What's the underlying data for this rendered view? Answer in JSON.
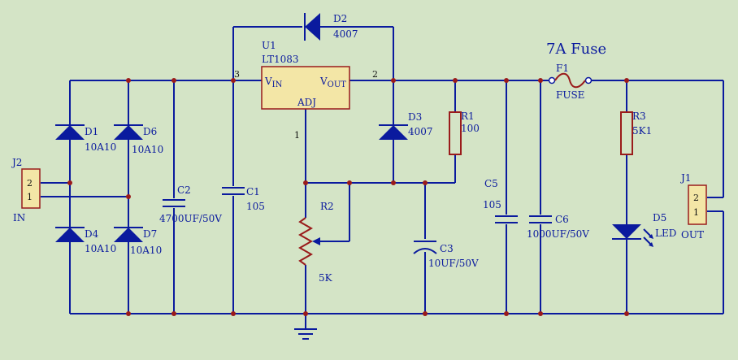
{
  "title": "7A Fuse",
  "u1": {
    "ref": "U1",
    "part": "LT1083",
    "vin": "V",
    "vin_sub": "IN",
    "vout": "V",
    "vout_sub": "OUT",
    "adj": "ADJ",
    "pin_in": "3",
    "pin_out": "2",
    "pin_adj": "1"
  },
  "d1": {
    "ref": "D1",
    "value": "10A10"
  },
  "d6": {
    "ref": "D6",
    "value": "10A10"
  },
  "d4": {
    "ref": "D4",
    "value": "10A10"
  },
  "d7": {
    "ref": "D7",
    "value": "10A10"
  },
  "d2": {
    "ref": "D2",
    "value": "4007"
  },
  "d3": {
    "ref": "D3",
    "value": "4007"
  },
  "d5": {
    "ref": "D5",
    "value": "LED"
  },
  "c1": {
    "ref": "C1",
    "value": "105"
  },
  "c2": {
    "ref": "C2",
    "value": "4700UF/50V"
  },
  "c3": {
    "ref": "C3",
    "value": "10UF/50V"
  },
  "c5": {
    "ref": "C5",
    "value": "105"
  },
  "c6": {
    "ref": "C6",
    "value": "1000UF/50V"
  },
  "r1": {
    "ref": "R1",
    "value": "100"
  },
  "r2": {
    "ref": "R2",
    "value": "5K"
  },
  "r3": {
    "ref": "R3",
    "value": "5K1"
  },
  "f1": {
    "ref": "F1",
    "value": "FUSE"
  },
  "j2": {
    "ref": "J2",
    "label": "IN",
    "pin2": "2",
    "pin1": "1"
  },
  "j1": {
    "ref": "J1",
    "label": "OUT",
    "pin2": "2",
    "pin1": "1"
  },
  "colors": {
    "background": "#d4e4c6",
    "wire": "#0a1a9e",
    "component": "#9a1b1b",
    "connector": "#f3e6a6"
  }
}
